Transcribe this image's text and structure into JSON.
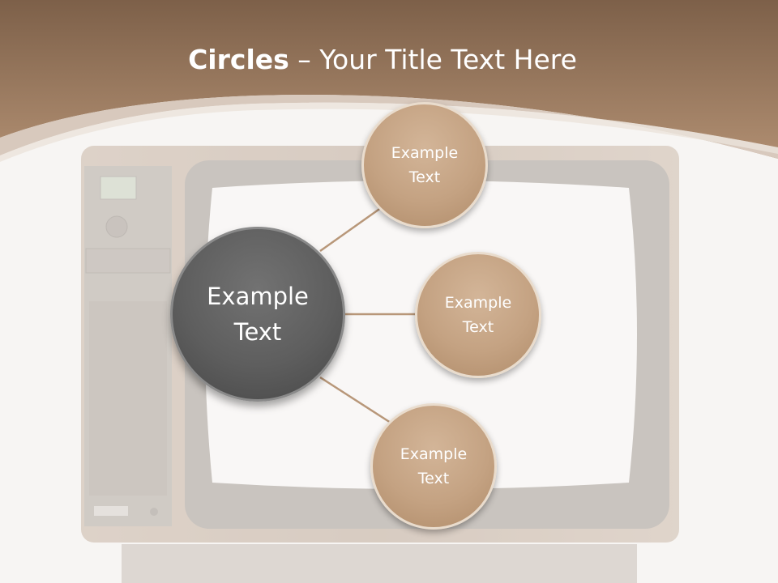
{
  "slide": {
    "title_bold": "Circles",
    "title_rest": " – Your Title Text Here"
  },
  "diagram": {
    "center": {
      "label": "Example\nText"
    },
    "branches": [
      {
        "label": "Example\nText"
      },
      {
        "label": "Example\nText"
      },
      {
        "label": "Example\nText"
      }
    ]
  },
  "colors": {
    "header_brown": "#8d6e53",
    "center_fill": "#5e5e5e",
    "branch_fill": "#c4a282",
    "connector": "#b89779",
    "background": "#f7f5f3"
  }
}
